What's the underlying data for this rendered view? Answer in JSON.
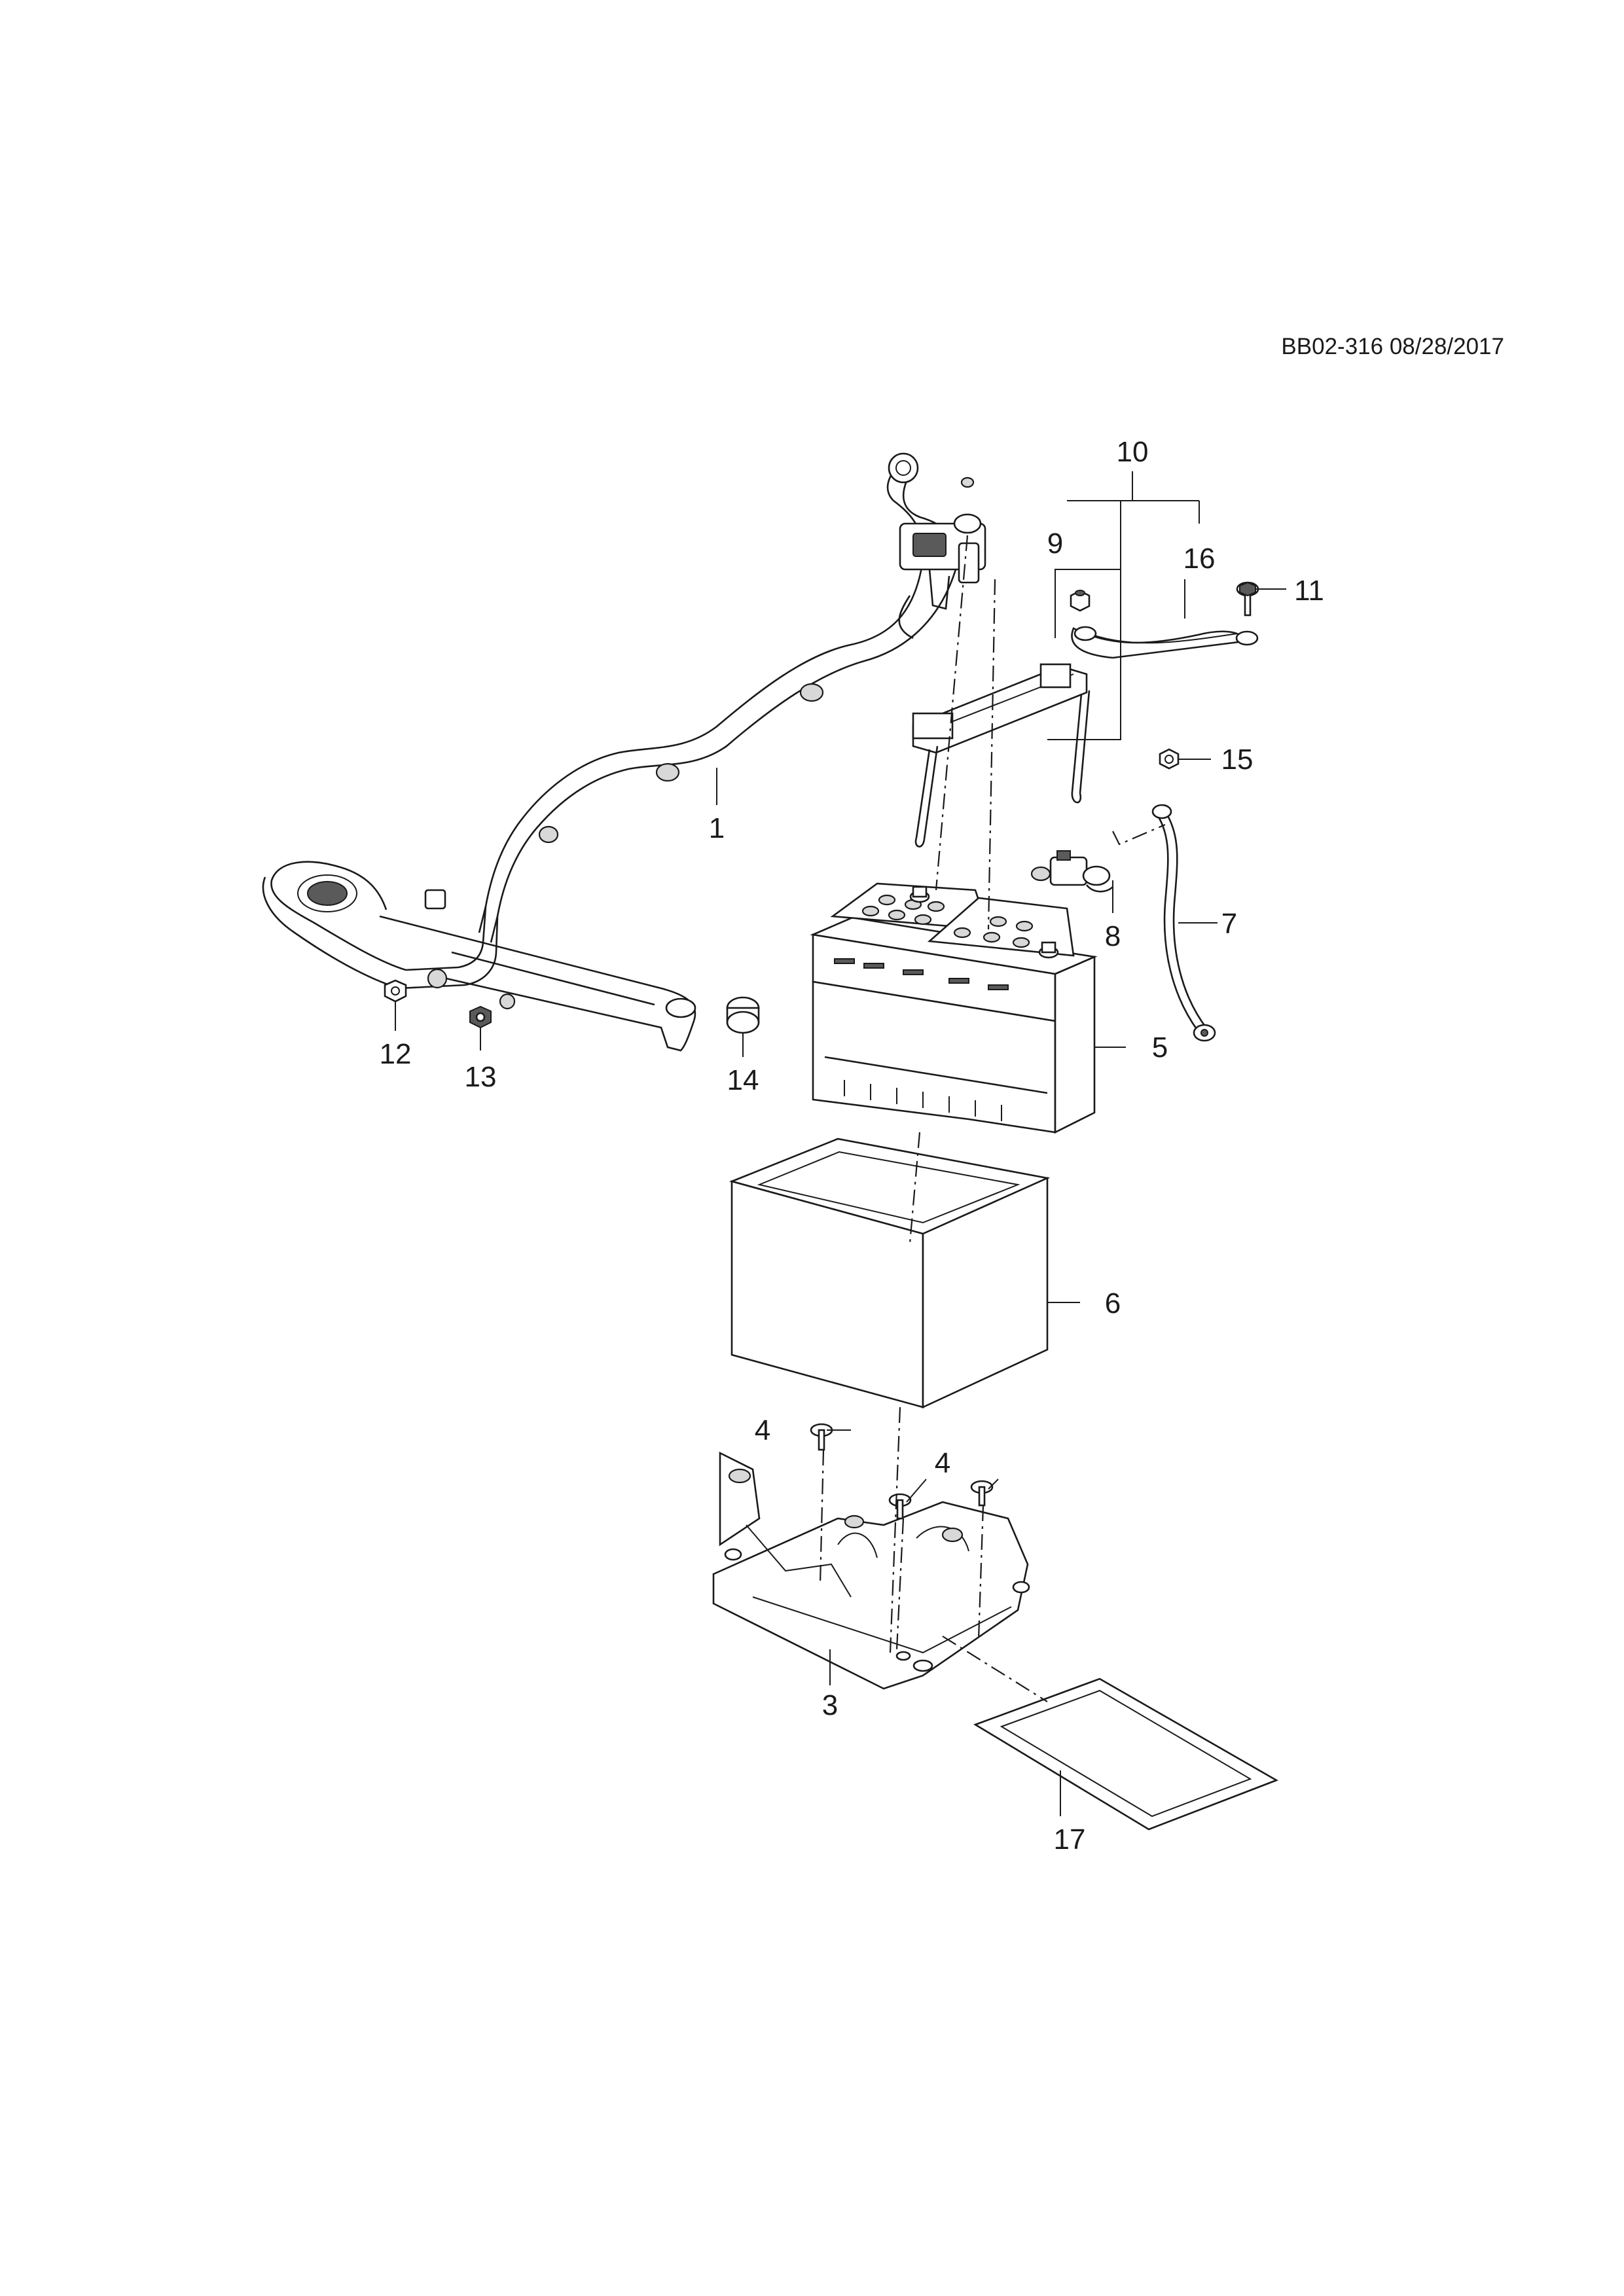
{
  "document_reference": "BB02-316 08/28/2017",
  "callouts": [
    {
      "id": "c1",
      "label": "1"
    },
    {
      "id": "c3",
      "label": "3"
    },
    {
      "id": "c4a",
      "label": "4"
    },
    {
      "id": "c4b",
      "label": "4"
    },
    {
      "id": "c5",
      "label": "5"
    },
    {
      "id": "c6",
      "label": "6"
    },
    {
      "id": "c7",
      "label": "7"
    },
    {
      "id": "c8",
      "label": "8"
    },
    {
      "id": "c9",
      "label": "9"
    },
    {
      "id": "c10",
      "label": "10"
    },
    {
      "id": "c11",
      "label": "11"
    },
    {
      "id": "c12",
      "label": "12"
    },
    {
      "id": "c13",
      "label": "13"
    },
    {
      "id": "c14",
      "label": "14"
    },
    {
      "id": "c15",
      "label": "15"
    },
    {
      "id": "c16",
      "label": "16"
    },
    {
      "id": "c17",
      "label": "17"
    }
  ]
}
